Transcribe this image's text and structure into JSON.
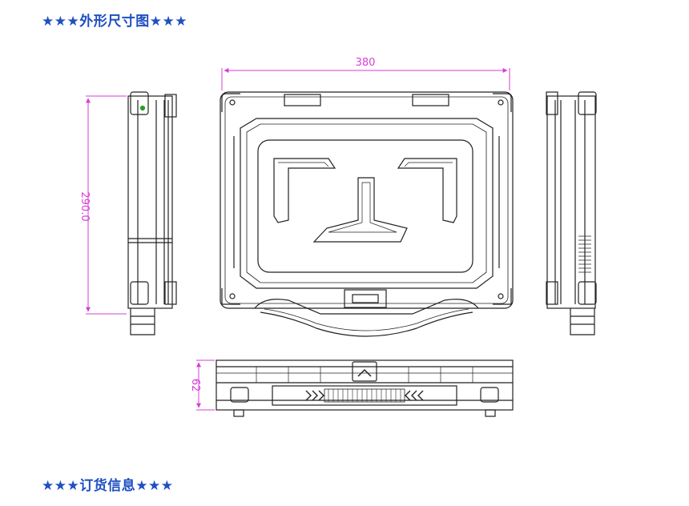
{
  "headings": {
    "dimensions": "★★★外形尺寸图★★★",
    "ordering": "★★★订货信息★★★"
  },
  "dimensions": {
    "width": "380",
    "height": "290.0",
    "depth": "62"
  },
  "colors": {
    "heading": "#1e4fc2",
    "dimension": "#d63fd6",
    "line": "#222222"
  }
}
